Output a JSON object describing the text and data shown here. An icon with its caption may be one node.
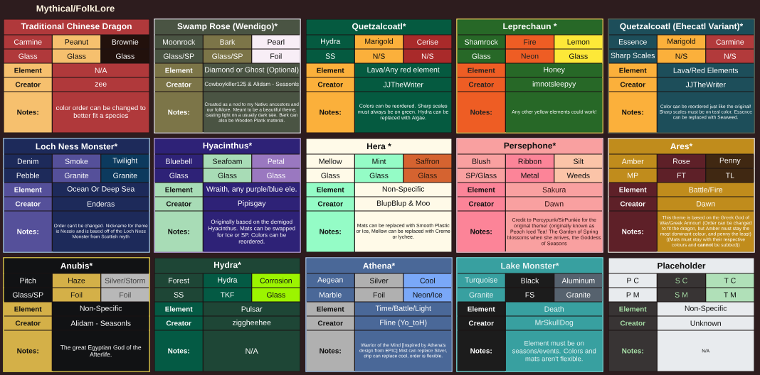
{
  "diagram": {
    "title": "Mythical/FolkLore",
    "nodes": [
      {
        "text": [
          "Traditional Chinese Dragon",
          "Carmine",
          "Peanut",
          "Brownie",
          "Glass",
          "Glass",
          "Glass",
          "Element",
          "N/A",
          "Creator",
          "zee",
          "Notes:",
          "color order can be changed to better fit a species"
        ]
      },
      {
        "text": [
          "Swamp Rose (Wendigo)*",
          "Moonrock",
          "Bark",
          "Pearl",
          "Glass/SP",
          "Glass/SP",
          "Foil",
          "Element",
          "Diamond or Ghost (Optional)",
          "Creator",
          "Cowboykiller125 & Alidam - Seasonls",
          "Notes:",
          "Created as a nod to my Native ancestors and our folklore. Meant to be a beautiful theme, casting light on a usually dark tale. Bark can also be Wooden Plank material."
        ]
      },
      {
        "text": [
          "Quetzalcoatl*",
          "Hydra",
          "Marigold",
          "Cerise",
          "SS",
          "N/S",
          "N/S",
          "Element",
          "Lava/Any red element",
          "Creator",
          "JJTheWriter",
          "Notes:",
          "Colors can be reordered. Sharp scales must always be on green. Hydra can be replaced with Algae."
        ]
      },
      {
        "text": [
          "Leprechaun *",
          "Shamrock",
          "Fire",
          "Lemon",
          "Glass",
          "Neon",
          "Glass",
          "Element",
          "Honey",
          "Creator",
          "imnotsleepyy",
          "Notes:",
          "Any other yellow elements could work!"
        ]
      },
      {
        "text": [
          "Quetzalcoatl (Ehecatl Variant)*",
          "Essence",
          "Marigold",
          "Carmine",
          "Sharp Scales",
          "N/S",
          "N/S",
          "Element",
          "Lava/Red Elements",
          "Creator",
          "JJTheWriter",
          "Notes:",
          "Color can be reordered just like the original! Sharp scales must be on teal color. Essence can be replaced with Seaweed."
        ]
      },
      {
        "text": [
          "Loch Ness Monster*",
          "Denim",
          "Smoke",
          "Twilight",
          "Pebble",
          "Granite",
          "Granite",
          "Element",
          "Ocean Or Deep Sea",
          "Creator",
          "Enderas",
          "Notes:",
          "Order can't be changed. Nickname for theme is Nessie and is based off of the Loch Ness Monster from Scottish myth"
        ]
      },
      {
        "text": [
          "Hyacinthus*",
          "Bluebell",
          "Seafoam",
          "Petal",
          "Glass",
          "Glass",
          "Glass",
          "Element",
          "Wraith, any purple/blue ele.",
          "Creator",
          "Pipisgay",
          "Notes:",
          "Originally based on the demigod Hyacinthus. Mats can be swapped for Ice or SP. Colors can be reordered."
        ]
      },
      {
        "text": [
          "Hera *",
          "Mellow",
          "Mint",
          "Saffron",
          "Glass",
          "Glass",
          "Glass",
          "Element",
          "Non-Specific",
          "Creator",
          "BlupBlup & Moo",
          "Notes:",
          "Mats can be replaced with Smooth Plastic or Ice, Mellow can be replaced with Creme or lychee."
        ]
      },
      {
        "text": [
          "Persephone*",
          "Blush",
          "Ribbon",
          "Silt",
          "SP/Glass",
          "Metal",
          "Weeds",
          "Element",
          "Sakura",
          "Creator",
          "Dawn",
          "Notes:",
          "Credit to Percypunk/SirPunkie for the original theme! (originally known as Peach Iced Tea! The Garden of Spring blossoms when she arrives, the Goddess of Seasons"
        ]
      },
      {
        "text": [
          "Ares*",
          "Amber",
          "Rose",
          "Penny",
          "MP",
          "FT",
          "TL",
          "Element",
          "Battle/Fire",
          "Creator",
          "Dawn",
          "Notes:",
          "This theme is based on the Greek God of War/Greek Armour! (Order can be changed to fit the dragon, but Amber must stay the most dominant colour, and penny the least) ((Mats must stay with their respective colours and **cannot** be subbed))"
        ]
      },
      {
        "text": [
          "Anubis*",
          "Pitch",
          "Haze",
          "Silver/Storm",
          "Glass/SP",
          "Foil",
          "Foil",
          "Element",
          "Non-Specific",
          "Creator",
          "Alidam - Seasonls",
          "Notes:",
          "The great Egyptian God of the Afterlife."
        ]
      },
      {
        "text": [
          "Hydra*",
          "Forest",
          "Hydra",
          "Corrosion",
          "SS",
          "TKF",
          "Glass",
          "Element",
          "Pulsar",
          "Creator",
          "ziggheehee",
          "Notes:",
          "N/A"
        ]
      },
      {
        "text": [
          "Athena*",
          "Aegean",
          "Silver",
          "Cool",
          "Marble",
          "Foil",
          "Neon/Ice",
          "Element",
          "Time/Battle/Light",
          "Creator",
          "Fline (Yo_toH)",
          "Notes:",
          "Warrior of the Mind [Inspired by Athena's design from EPIC] Mist can replace Silver, drip can replace cool, order is flexible."
        ]
      },
      {
        "text": [
          "Lake Monster*",
          "Turquoise",
          "Black",
          "Aluminum",
          "Granite",
          "FS",
          "Granite",
          "Element",
          "Death",
          "Creator",
          "MrSkullDog",
          "Notes:",
          "Element must be on seasons/events. Colors and mats aren't flexible."
        ]
      },
      {
        "text": [
          "Placeholder",
          "P C",
          "S C",
          "T C",
          "P M",
          "S M",
          "T M",
          "Element",
          "Non-Specific",
          "Creator",
          "Unknown",
          "Notes:",
          "N/A"
        ]
      }
    ]
  }
}
